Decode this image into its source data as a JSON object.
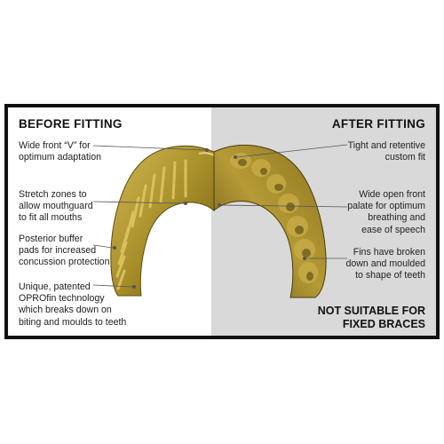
{
  "before": {
    "heading": "BEFORE FITTING",
    "labels": [
      "Wide front “V” for\noptimum adaptation",
      "Stretch zones to\nallow mouthguard\nto fit all mouths",
      "Posterior buffer\npads for increased\nconcussion protection",
      "Unique, patented\nOPROfin technology\nwhich breaks down on\nbiting and moulds to teeth"
    ]
  },
  "after": {
    "heading": "AFTER FITTING",
    "labels": [
      "Tight and retentive\ncustom fit",
      "Wide open front\npalate for optimum\nbreathing and\nease of speech",
      "Fins have broken\ndown and moulded\nto shape of teeth"
    ],
    "warning": "NOT SUITABLE FOR\nFIXED BRACES"
  },
  "colors": {
    "gold": "#a88f2a",
    "gold_dark": "#6e5a14",
    "gold_light": "#cdb24c",
    "panel_grey": "#d9d9d9",
    "frame": "#111111"
  }
}
